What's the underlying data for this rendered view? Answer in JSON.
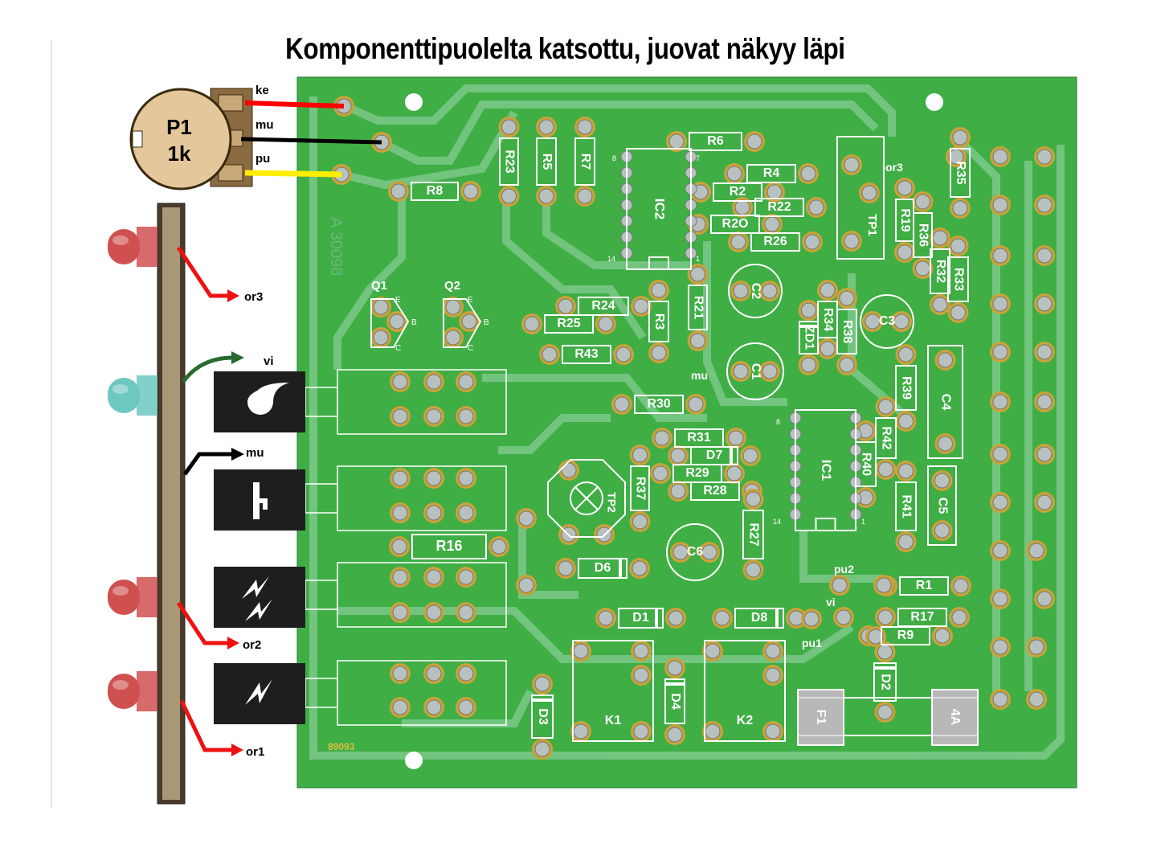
{
  "title": "Komponenttipuolelta katsottu, juovat näkyy läpi",
  "potentiometer": {
    "name": "P1",
    "value": "1k",
    "pins": [
      "ke",
      "mu",
      "pu"
    ]
  },
  "panel_labels": {
    "or3": "or3",
    "vi": "vi",
    "mu": "mu",
    "or2": "or2",
    "or1": "or1"
  },
  "board_marking": "A 30098",
  "board_code": "89093",
  "colors": {
    "board": "#3fae45",
    "trace": "#7cc98a",
    "red_wire": "#ff0000",
    "yellow_wire": "#ffee00",
    "led_red": "#d05050",
    "led_teal": "#6cc8c0"
  },
  "net_labels": {
    "or3": "or3",
    "mu": "mu",
    "pu2": "pu2",
    "vi": "vi",
    "pu1": "pu1"
  },
  "components": {
    "R8": "R8",
    "R23": "R23",
    "R5": "R5",
    "R7": "R7",
    "R6": "R6",
    "IC2": "IC2",
    "R4": "R4",
    "R2": "R2",
    "R22": "R22",
    "R2O": "R2O",
    "R26": "R26",
    "TP1": "TP1",
    "R35": "R35",
    "R19": "R19",
    "R36": "R36",
    "R32": "R32",
    "R33": "R33",
    "C2": "C2",
    "R34": "R34",
    "ZD1": "ZD1",
    "R38": "R38",
    "C3": "C3",
    "R21": "R21",
    "R3": "R3",
    "R24": "R24",
    "R25": "R25",
    "R43": "R43",
    "Q1": "Q1",
    "Q2": "Q2",
    "C1": "C1",
    "R39": "R39",
    "C4": "C4",
    "R30": "R30",
    "R31": "R31",
    "D7": "D7",
    "R29": "R29",
    "R28": "R28",
    "IC1": "IC1",
    "R42": "R42",
    "R40": "R40",
    "R41": "R41",
    "C5": "C5",
    "R37": "R37",
    "TP2": "TP2",
    "R27": "R27",
    "C6": "C6",
    "R16": "R16",
    "D6": "D6",
    "R1": "R1",
    "R17": "R17",
    "R9": "R9",
    "D1": "D1",
    "D8": "D8",
    "D2": "D2",
    "F1": "F1",
    "4A": "4A",
    "K1": "K1",
    "K2": "K2",
    "D4": "D4",
    "D3": "D3"
  },
  "transistor_pins": [
    "E",
    "B",
    "C"
  ],
  "ic_pins": {
    "ic2": [
      "8",
      "7",
      "14",
      "1"
    ],
    "ic1": [
      "8",
      "14",
      "1"
    ]
  }
}
